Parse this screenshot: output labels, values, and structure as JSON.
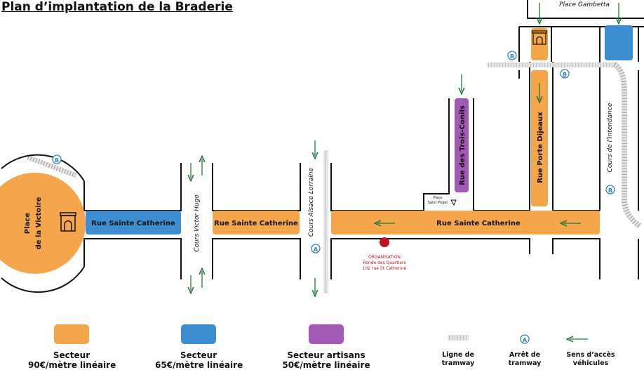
{
  "title": "Plan d’implantation de la Braderie",
  "colors": {
    "orange": "#F5A54A",
    "blue": "#3C8ED0",
    "purple": "#A259B5",
    "red": "#C1121F",
    "green": "#1E7A3C",
    "tram_stop": "#2E86C1"
  },
  "places": {
    "gambetta": "Place Gambetta",
    "victoire_line1": "Place",
    "victoire_line2": "de la Victoire",
    "saint_projet_line1": "Place",
    "saint_projet_line2": "Saint Projet"
  },
  "streets": {
    "sainte_catherine_1": "Rue Sainte Catherine",
    "sainte_catherine_2": "Rue Sainte Catherine",
    "sainte_catherine_3": "Rue Sainte Catherine",
    "victor_hugo": "Cours Victor Hugo",
    "alsace_lorraine": "Cours Alsace Lorraine",
    "trois_conils": "Rue des Trois-Conils",
    "porte_dijeaux": "Rue Porte Dijeaux",
    "intendance": "Cours de l’Intendance"
  },
  "tram_stops": [
    "B",
    "B",
    "B",
    "B",
    "A"
  ],
  "organisation": {
    "line1": "ORGANISATION",
    "line2": "Ronde des Quartiers",
    "line3": "102 rue St Catherine"
  },
  "legend": {
    "orange_line1": "Secteur",
    "orange_line2": "90€/mètre linéaire",
    "blue_line1": "Secteur",
    "blue_line2": "65€/mètre linéaire",
    "purple_line1": "Secteur artisans",
    "purple_line2": "50€/mètre linéaire",
    "tram_line1": "Ligne de",
    "tram_line2": "tramway",
    "stop_symbol": "A",
    "stop_line1": "Arrêt de",
    "stop_line2": "tramway",
    "dir_line1": "Sens d’accès",
    "dir_line2": "véhicules"
  }
}
